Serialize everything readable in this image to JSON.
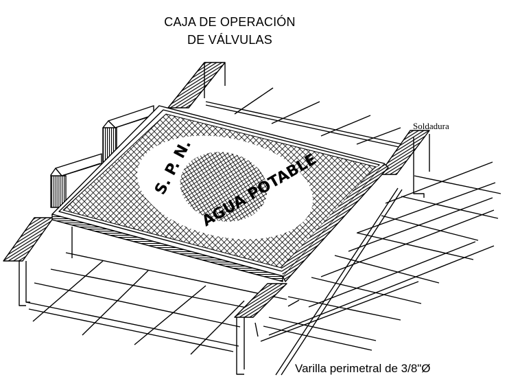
{
  "title": {
    "line1": "CAJA DE OPERACIÓN",
    "line2": "DE VÁLVULAS"
  },
  "labels": {
    "soldadura": "Soldadura",
    "varilla": "Varilla perimetral de 3/8\"Ø"
  },
  "lid": {
    "top_text": "S. P. N.",
    "bottom_text": "AGUA POTABLE"
  },
  "colors": {
    "line": "#000000",
    "background": "#ffffff"
  }
}
